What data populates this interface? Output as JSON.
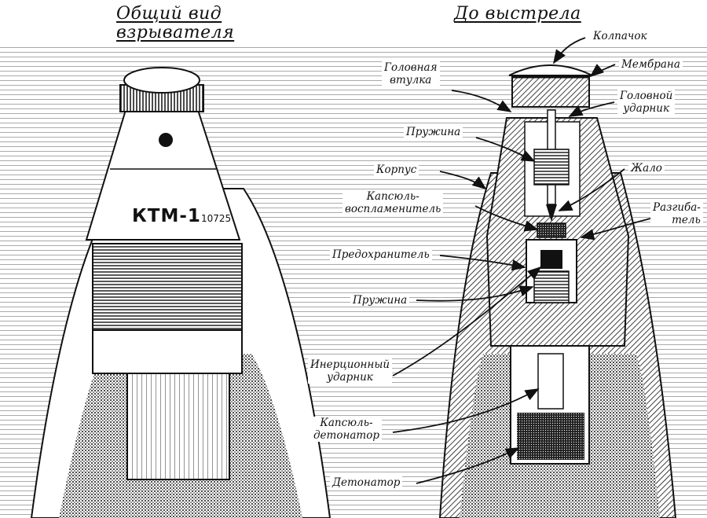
{
  "headings": {
    "general_view": [
      "Общий вид",
      "взрывателя"
    ],
    "before_shot": "До выстрела"
  },
  "fuze_marking": {
    "main": "КТМ-1",
    "small": "10725"
  },
  "labels": {
    "cap": "Колпачок",
    "membrane": "Мембрана",
    "head_sleeve": [
      "Головная",
      "втулка"
    ],
    "head_striker": [
      "Головной",
      "ударник"
    ],
    "spring_upper": "Пружина",
    "body": "Корпус",
    "sting": "Жало",
    "igniter_primer": [
      "Капсюль-",
      "воспламенитель"
    ],
    "unbender": [
      "Разгиба-",
      "тель"
    ],
    "safety": "Предохранитель",
    "spring_lower": "Пружина",
    "inertial_striker": [
      "Инерционный",
      "ударник"
    ],
    "detonator_primer": [
      "Капсюль-",
      "детонатор"
    ],
    "detonator": "Детонатор"
  },
  "colors": {
    "ink": "#111111",
    "paper": "#ffffff"
  }
}
